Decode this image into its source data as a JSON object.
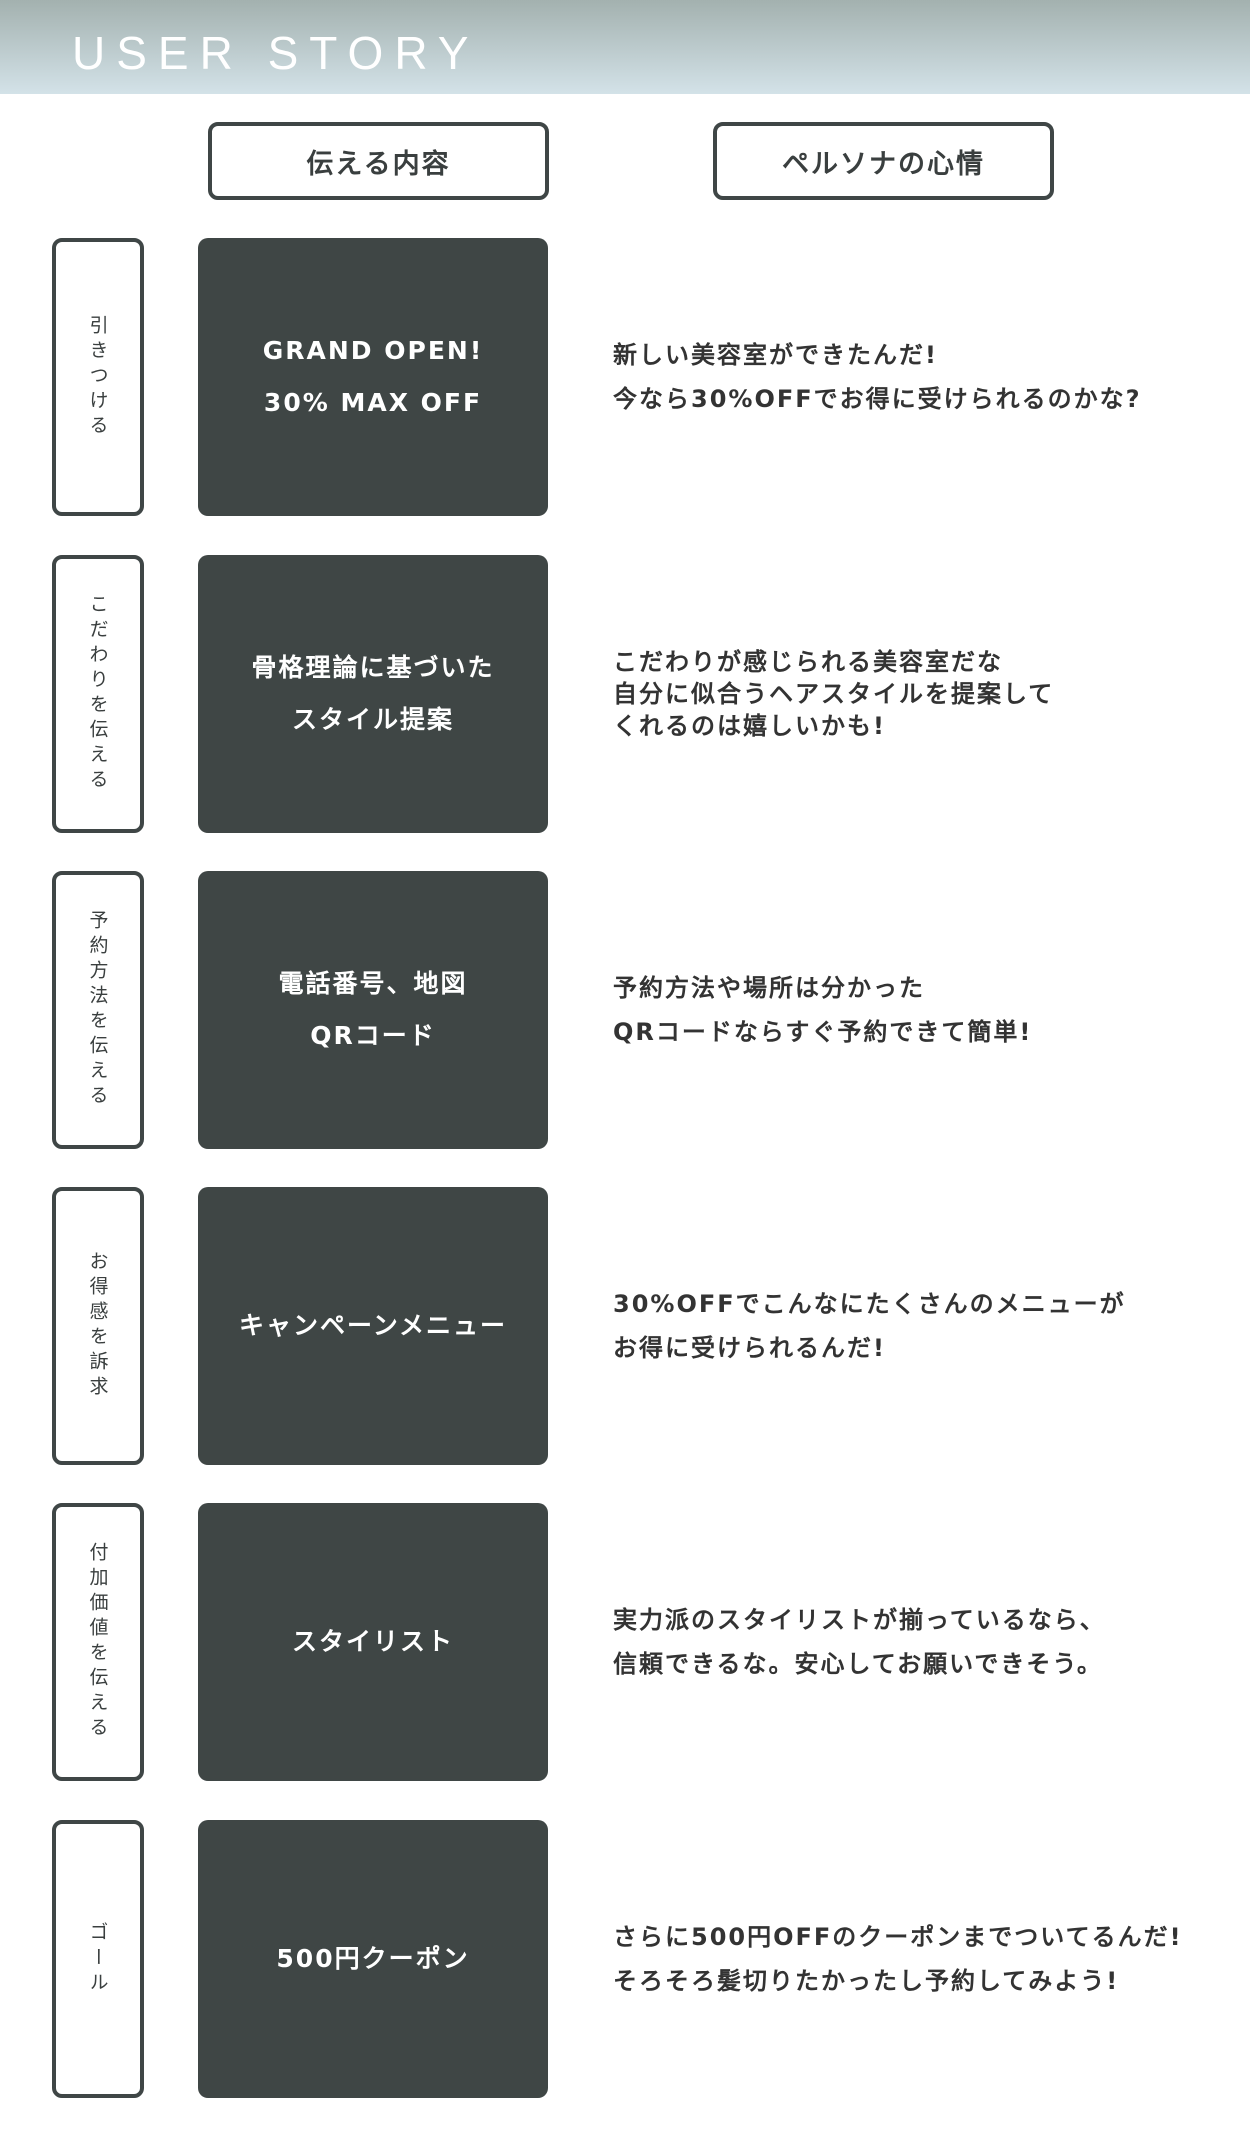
{
  "header": {
    "title": "USER STORY"
  },
  "columns": {
    "content": "伝える内容",
    "persona": "ペルソナの心情"
  },
  "rows": [
    {
      "label": "引きつける",
      "content": [
        "GRAND OPEN!",
        "30% MAX OFF"
      ],
      "persona": [
        "新しい美容室ができたんだ!",
        "今なら30%OFFでお得に受けられるのかな?"
      ]
    },
    {
      "label": "こだわりを伝える",
      "content": [
        "骨格理論に基づいた",
        "スタイル提案"
      ],
      "persona": [
        "こだわりが感じられる美容室だな",
        "自分に似合うヘアスタイルを提案して",
        "くれるのは嬉しいかも!"
      ]
    },
    {
      "label": "予約方法を伝える",
      "content": [
        "電話番号、地図",
        "QRコード"
      ],
      "persona": [
        "予約方法や場所は分かった",
        "QRコードならすぐ予約できて簡単!"
      ]
    },
    {
      "label": "お得感を訴求",
      "content": [
        "キャンペーンメニュー"
      ],
      "persona": [
        "30%OFFでこんなにたくさんのメニューが",
        "お得に受けられるんだ!"
      ]
    },
    {
      "label": "付加価値を伝える",
      "content": [
        "スタイリスト"
      ],
      "persona": [
        "実力派のスタイリストが揃っているなら、",
        "信頼できるな。安心してお願いできそう。"
      ]
    },
    {
      "label": "ゴール",
      "content": [
        "500円クーポン"
      ],
      "persona": [
        "さらに500円OFFのクーポンまでついてるんだ!",
        "そろそろ髪切りたかったし予約してみよう!"
      ]
    }
  ]
}
